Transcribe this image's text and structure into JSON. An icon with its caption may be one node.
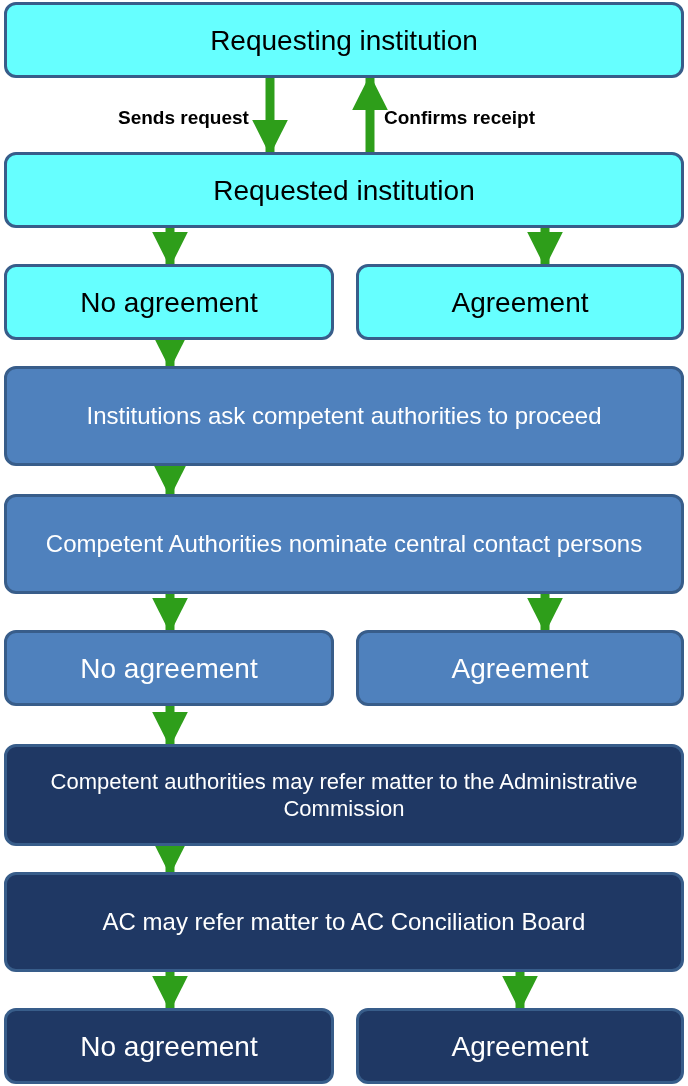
{
  "diagram": {
    "nodes": [
      {
        "text": [
          "Requesting institution"
        ]
      },
      {
        "text": [
          "Requested institution"
        ]
      },
      {
        "text": [
          "No agreement"
        ]
      },
      {
        "text": [
          "Agreement"
        ]
      },
      {
        "text": [
          "Institutions ask competent authorities to proceed"
        ]
      },
      {
        "text": [
          "Competent Authorities nominate central contact persons"
        ]
      },
      {
        "text": [
          "No agreement"
        ]
      },
      {
        "text": [
          "Agreement"
        ]
      },
      {
        "text": [
          "Competent authorities may refer matter to the Administrative Commission"
        ]
      },
      {
        "text": [
          "AC may refer matter to AC Conciliation Board"
        ]
      },
      {
        "text": [
          "No agreement"
        ]
      },
      {
        "text": [
          "Agreement"
        ]
      }
    ],
    "edges": [
      {
        "from": 0,
        "to": 1,
        "arrow": "to",
        "label": "Sends request"
      },
      {
        "from": 1,
        "to": 0,
        "arrow": "to",
        "label": "Confirms receipt"
      },
      {
        "from": 1,
        "to": 2,
        "arrow": "to"
      },
      {
        "from": 1,
        "to": 3,
        "arrow": "to"
      },
      {
        "from": 2,
        "to": 4,
        "arrow": "to"
      },
      {
        "from": 4,
        "to": 5,
        "arrow": "to"
      },
      {
        "from": 5,
        "to": 6,
        "arrow": "to"
      },
      {
        "from": 5,
        "to": 7,
        "arrow": "to"
      },
      {
        "from": 6,
        "to": 8,
        "arrow": "to"
      },
      {
        "from": 8,
        "to": 9,
        "arrow": "to"
      },
      {
        "from": 9,
        "to": 10,
        "arrow": "to"
      },
      {
        "from": 9,
        "to": 11,
        "arrow": "to"
      }
    ]
  }
}
